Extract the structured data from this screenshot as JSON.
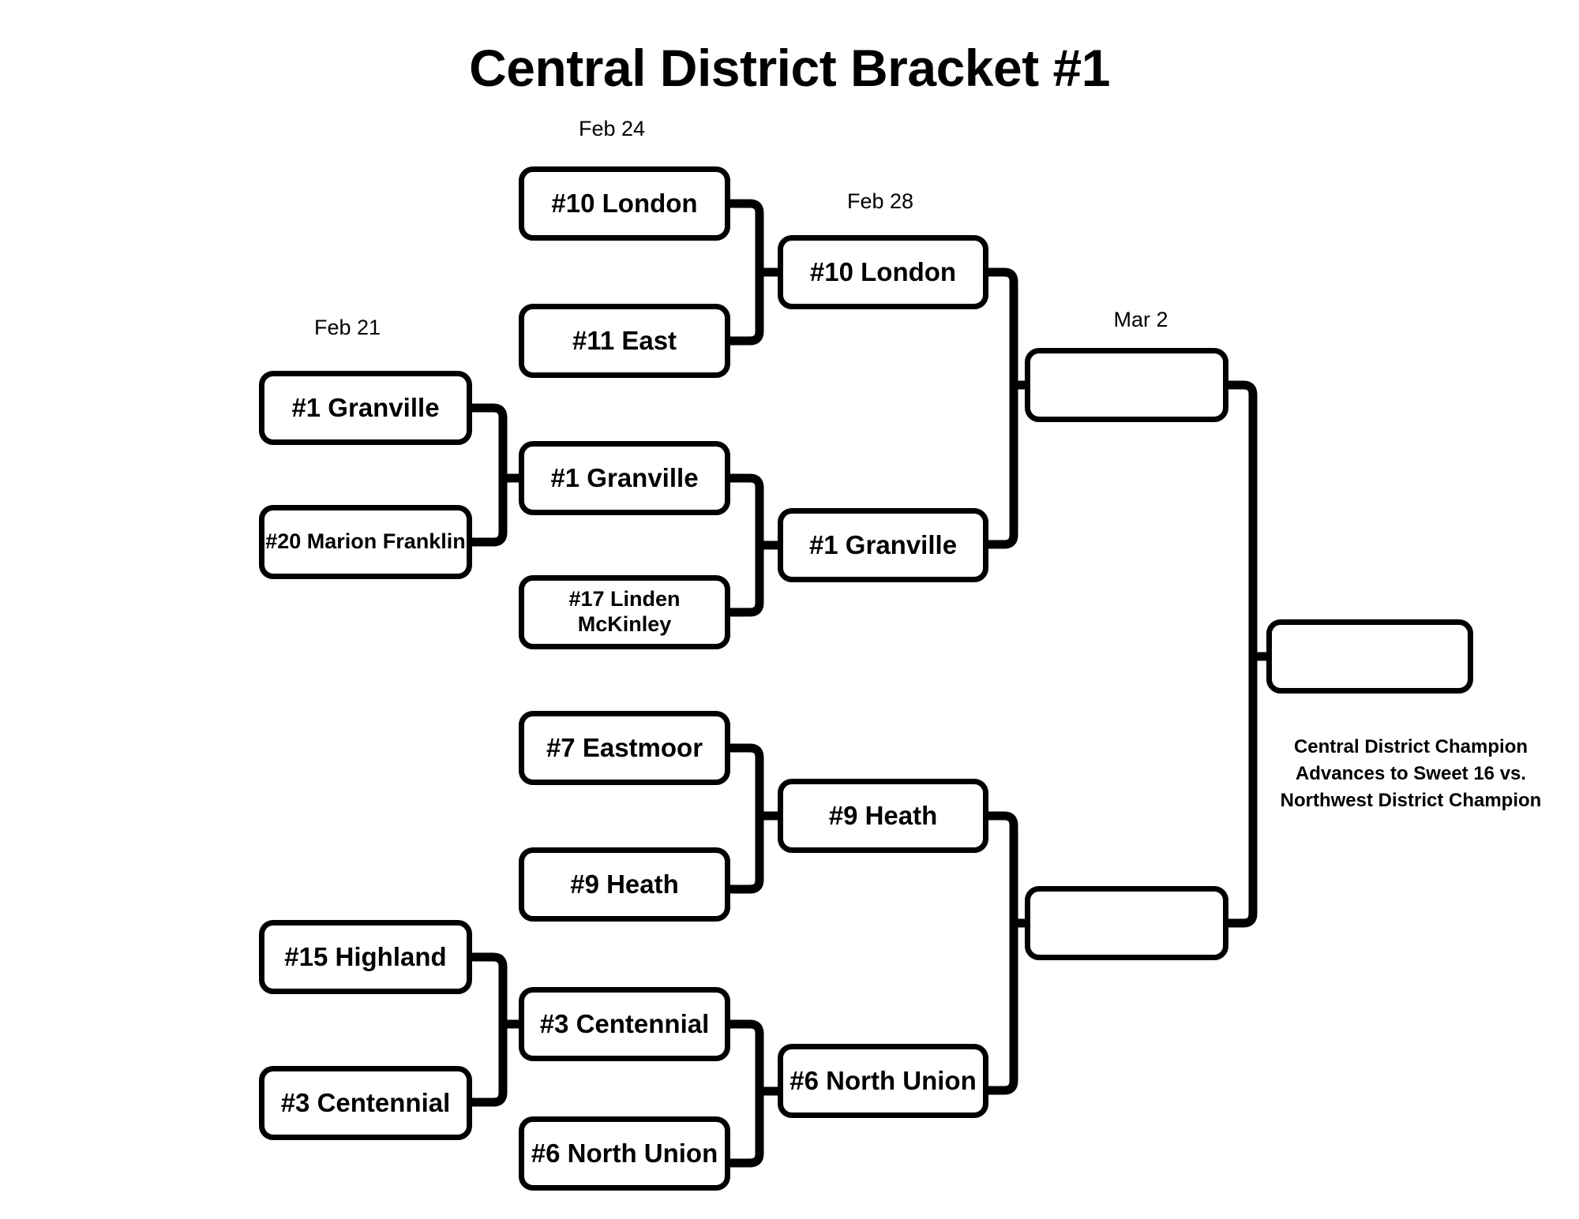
{
  "title": "Central District Bracket #1",
  "rounds": [
    {
      "id": "round-1",
      "label": "Feb 21"
    },
    {
      "id": "round-2",
      "label": "Feb 24"
    },
    {
      "id": "round-3",
      "label": "Feb 28"
    },
    {
      "id": "round-4",
      "label": "Mar 2"
    }
  ],
  "round_labels": {
    "feb21": "Feb 21",
    "feb24": "Feb 24",
    "feb28": "Feb 28",
    "mar2": "Mar 2"
  },
  "slots": {
    "r1_top1": "#1 Granville",
    "r1_top2": "#20 Marion Franklin",
    "r1_bot1": "#15 Highland",
    "r1_bot2": "#3 Centennial",
    "r2_a1": "#10 London",
    "r2_a2": "#11 East",
    "r2_b1": "#1 Granville",
    "r2_b2": "#17 Linden McKinley",
    "r2_c1": "#7 Eastmoor",
    "r2_c2": "#9 Heath",
    "r2_d1": "#3 Centennial",
    "r2_d2": "#6 North Union",
    "r3_a": "#10 London",
    "r3_b": "#1 Granville",
    "r3_c": "#9 Heath",
    "r3_d": "#6 North Union",
    "r4_top": "",
    "r4_bottom": "",
    "final": ""
  },
  "champion_note": "Central District Champion\nAdvances to Sweet 16 vs.\nNorthwest District Champion",
  "colors": {
    "line": "#000000",
    "background": "#ffffff",
    "text": "#000000"
  }
}
